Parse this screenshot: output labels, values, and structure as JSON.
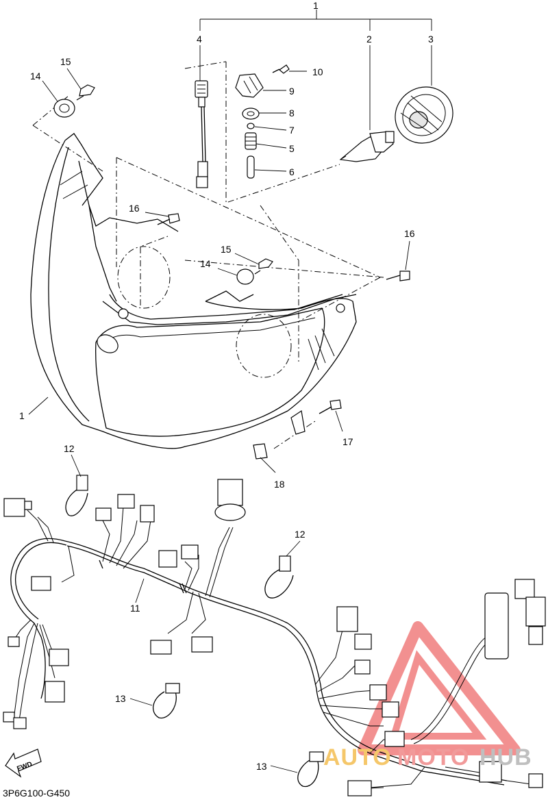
{
  "diagram": {
    "callouts": {
      "c1_top": "1",
      "c2": "2",
      "c3": "3",
      "c4": "4",
      "c5": "5",
      "c6": "6",
      "c7": "7",
      "c8": "8",
      "c9": "9",
      "c10": "10",
      "c14_top": "14",
      "c15_top": "15",
      "c16_left": "16",
      "c15_mid": "15",
      "c14_mid": "14",
      "c16_right": "16",
      "c1_left": "1",
      "c17": "17",
      "c18": "18",
      "c12_left": "12",
      "c12_right": "12",
      "c11": "11",
      "c13_left": "13",
      "c13_bottom": "13"
    },
    "fwd_label": "FWD",
    "drawing_code": "3P6G100-G450"
  },
  "watermark": {
    "text_auto": "AUTO",
    "text_moto": "MOTO",
    "text_hub": "HUB",
    "color_auto": "#f5c76a",
    "color_moto": "#f19a9a",
    "color_hub": "#bfbfbf",
    "logo_color": "#ee6b6b"
  }
}
